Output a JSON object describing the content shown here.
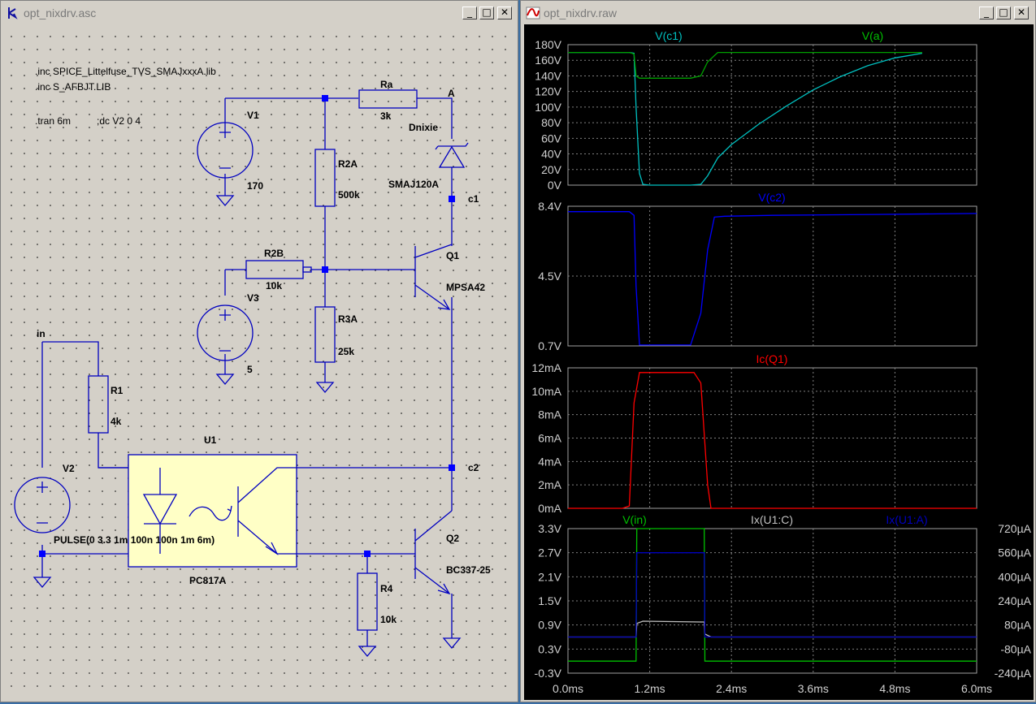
{
  "schematic_window": {
    "title": "opt_nixdrv.asc",
    "directives": [
      ".inc SPICE_Littelfuse_TVS_SMAJxxxA.lib",
      ".inc S_AFBJT.LIB",
      ".tran 6m",
      ";dc V2 0 4"
    ],
    "components": {
      "v1_name": "V1",
      "v1_value": "170",
      "v3_name": "V3",
      "v3_value": "5",
      "v2_name": "V2",
      "v2_value": "PULSE(0 3.3 1m 100n 100n 1m 6m)",
      "ra_name": "Ra",
      "ra_value": "3k",
      "r2a_name": "R2A",
      "r2a_value": "500k",
      "r2b_name": "R2B",
      "r2b_value": "10k",
      "r3a_name": "R3A",
      "r3a_value": "25k",
      "r1_name": "R1",
      "r1_value": "4k",
      "r4_name": "R4",
      "r4_value": "10k",
      "d_name": "Dnixie",
      "d_value": "SMAJ120A",
      "q1_name": "Q1",
      "q1_value": "MPSA42",
      "q2_name": "Q2",
      "q2_value": "BC337-25",
      "u1_name": "U1",
      "u1_value": "PC817A"
    },
    "net_labels": {
      "a": "A",
      "c1": "c1",
      "c2": "c2",
      "in": "in"
    }
  },
  "waveform_window": {
    "title": "opt_nixdrv.raw",
    "x_ticks": [
      "0.0ms",
      "1.2ms",
      "2.4ms",
      "3.6ms",
      "4.8ms",
      "6.0ms"
    ]
  },
  "chart_data": [
    {
      "type": "line",
      "series": [
        {
          "name": "V(c1)",
          "color": "#00c0c0"
        },
        {
          "name": "V(a)",
          "color": "#00a000"
        }
      ],
      "y_ticks": [
        "180V",
        "160V",
        "140V",
        "120V",
        "100V",
        "80V",
        "60V",
        "40V",
        "20V",
        "0V"
      ],
      "ylim": [
        0,
        180
      ],
      "xlim": [
        0,
        6
      ],
      "x": [
        0,
        0.9,
        0.97,
        1.0,
        1.05,
        1.1,
        1.2,
        1.5,
        1.8,
        1.95,
        2.05,
        2.2,
        2.4,
        2.8,
        3.2,
        3.6,
        4.0,
        4.4,
        4.8,
        5.2
      ],
      "values": {
        "V(c1)": [
          170,
          170,
          169,
          100,
          15,
          1,
          0,
          0,
          0,
          1,
          12,
          35,
          52,
          78,
          101,
          122,
          139,
          153,
          163,
          169
        ],
        "V(a)": [
          170,
          170,
          168,
          140,
          137,
          137,
          137,
          137,
          137,
          140,
          158,
          170,
          170,
          170,
          170,
          170,
          170,
          170,
          170,
          170
        ]
      }
    },
    {
      "type": "line",
      "series": [
        {
          "name": "V(c2)",
          "color": "#0000ff"
        }
      ],
      "y_ticks": [
        "8.4V",
        "4.5V",
        "0.7V"
      ],
      "ylim": [
        0.7,
        8.4
      ],
      "xlim": [
        0,
        6
      ],
      "x": [
        0,
        0.9,
        0.97,
        1.0,
        1.05,
        1.2,
        1.5,
        1.8,
        1.95,
        2.05,
        2.15,
        2.3,
        3.0,
        4.5,
        6.0
      ],
      "values": {
        "V(c2)": [
          8.1,
          8.1,
          7.9,
          4.0,
          0.75,
          0.75,
          0.75,
          0.75,
          2.5,
          6.0,
          7.8,
          7.85,
          7.9,
          7.95,
          8.0
        ]
      }
    },
    {
      "type": "line",
      "series": [
        {
          "name": "Ic(Q1)",
          "color": "#ff0000"
        }
      ],
      "y_ticks": [
        "12mA",
        "10mA",
        "8mA",
        "6mA",
        "4mA",
        "2mA",
        "0mA"
      ],
      "ylim": [
        0,
        12
      ],
      "xlim": [
        0,
        6
      ],
      "x": [
        0,
        0.8,
        0.9,
        0.97,
        1.05,
        1.5,
        1.85,
        1.95,
        2.05,
        2.1,
        6.0
      ],
      "values": {
        "Ic(Q1)": [
          0,
          0,
          0.2,
          9,
          11.6,
          11.6,
          11.6,
          10.7,
          2,
          0,
          0
        ]
      }
    },
    {
      "type": "line",
      "series": [
        {
          "name": "V(in)",
          "color": "#00c000"
        },
        {
          "name": "Ix(U1:C)",
          "color": "#c0c0c0"
        },
        {
          "name": "Ix(U1:A)",
          "color": "#0000c0"
        }
      ],
      "y_ticks_left": [
        "3.3V",
        "2.7V",
        "2.1V",
        "1.5V",
        "0.9V",
        "0.3V",
        "-0.3V"
      ],
      "y_ticks_right": [
        "720µA",
        "560µA",
        "400µA",
        "240µA",
        "80µA",
        "-80µA",
        "-240µA"
      ],
      "ylim": [
        -0.3,
        3.3
      ],
      "ylim_right": [
        -240,
        720
      ],
      "xlim": [
        0,
        6
      ],
      "x": [
        0,
        1.0,
        1.01,
        1.1,
        1.95,
        2.0,
        2.01,
        2.1,
        6.0
      ],
      "values": {
        "V(in)": [
          0,
          0,
          3.3,
          3.3,
          3.3,
          3.3,
          0,
          0,
          0
        ],
        "Ix(U1:C)": [
          0,
          0,
          90,
          105,
          100,
          100,
          20,
          0,
          0
        ],
        "Ix(U1:A)": [
          0,
          0,
          560,
          560,
          560,
          560,
          0,
          0,
          0
        ]
      }
    }
  ]
}
